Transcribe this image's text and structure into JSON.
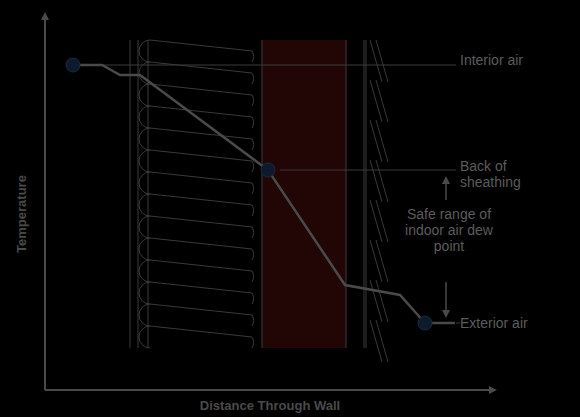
{
  "diagram": {
    "labels": [
      "Temperature",
      "Distance Through Wall",
      "Interior air",
      "Back of sheathing",
      "Safe range of indoor air dew point",
      "Exterior air"
    ]
  }
}
